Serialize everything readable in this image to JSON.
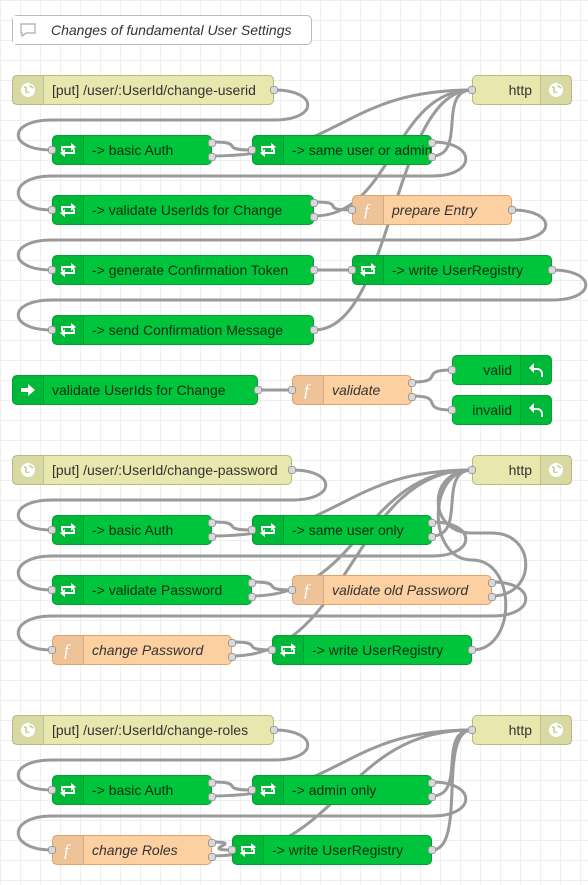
{
  "comment": {
    "text": "Changes of fundamental User Settings",
    "icon": "speech-bubble-icon"
  },
  "group1": {
    "http_in": "[put] /user/:UserId/change-userid",
    "basic_auth": "-> basic Auth",
    "same_user_or_admin": "-> same user or admin",
    "validate_userids": "-> validate UserIds for Change",
    "prepare_entry": "prepare Entry",
    "gen_token": "-> generate Confirmation Token",
    "write_registry": "-> write UserRegistry",
    "send_message": "-> send Confirmation Message",
    "http_out": "http"
  },
  "subflow": {
    "link_in": "validate UserIds for Change",
    "validate": "validate",
    "valid": "valid",
    "invalid": "invalid"
  },
  "group2": {
    "http_in": "[put] /user/:UserId/change-password",
    "http_out": "http",
    "basic_auth": "-> basic Auth",
    "same_user_only": "-> same user only",
    "validate_password": "-> validate Password",
    "validate_old_password": "validate old Password",
    "change_password": "change Password",
    "write_registry": "-> write UserRegistry"
  },
  "group3": {
    "http_in": "[put] /user/:UserId/change-roles",
    "http_out": "http",
    "basic_auth": "-> basic Auth",
    "admin_only": "-> admin only",
    "change_roles": "change Roles",
    "write_registry": "-> write UserRegistry"
  },
  "colors": {
    "link": "#00c43c",
    "function": "#fdd0a2",
    "http": "#e7e7ae",
    "wire": "#999999"
  },
  "icons": {
    "http": "globe-icon",
    "link": "link-arrows-icon",
    "function": "function-f-icon",
    "link_in": "link-in-arrow-icon",
    "return": "return-arrow-icon"
  }
}
